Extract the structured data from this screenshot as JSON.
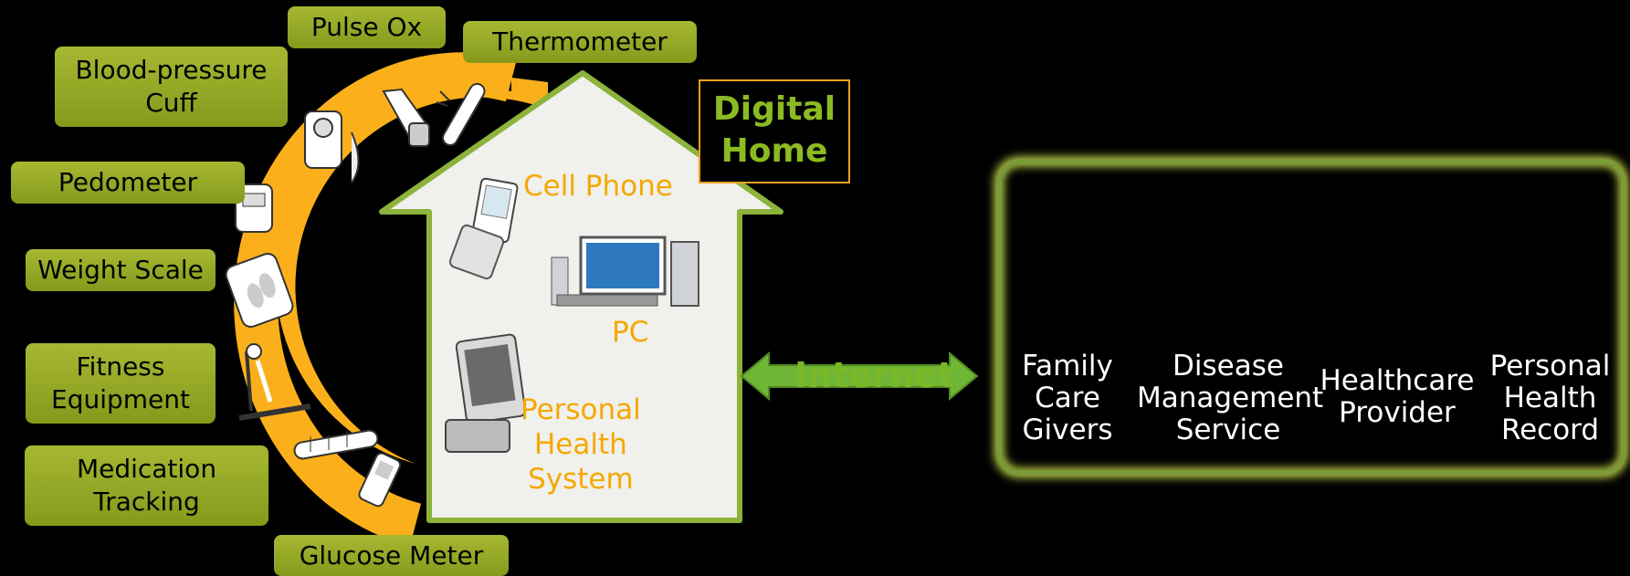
{
  "devices": {
    "pulse_ox": "Pulse Ox",
    "thermometer": "Thermometer",
    "blood_pressure_line1": "Blood-pressure",
    "blood_pressure_line2": "Cuff",
    "pedometer": "Pedometer",
    "weight_scale": "Weight Scale",
    "fitness_line1": "Fitness",
    "fitness_line2": "Equipment",
    "medication_line1": "Medication",
    "medication_line2": "Tracking",
    "glucose": "Glucose Meter"
  },
  "home": {
    "cell_phone": "Cell Phone",
    "pc": "PC",
    "phs_line1": "Personal",
    "phs_line2": "Health",
    "phs_line3": "System",
    "digital_line1": "Digital",
    "digital_line2": "Home"
  },
  "internet": "Internet",
  "stakeholders": {
    "family_line1": "Family",
    "family_line2": "Care",
    "family_line3": "Givers",
    "disease_line1": "Disease",
    "disease_line2": "Management",
    "disease_line3": "Service",
    "provider_line1": "Healthcare",
    "provider_line2": "Provider",
    "phr_line1": "Personal",
    "phr_line2": "Health",
    "phr_line3": "Record"
  },
  "colors": {
    "device_green": "#9aac2a",
    "arc_orange": "#fbb01b",
    "home_label_orange": "#f5a800",
    "internet_green": "#7ab829",
    "panel_border": "#7b9b3a"
  }
}
